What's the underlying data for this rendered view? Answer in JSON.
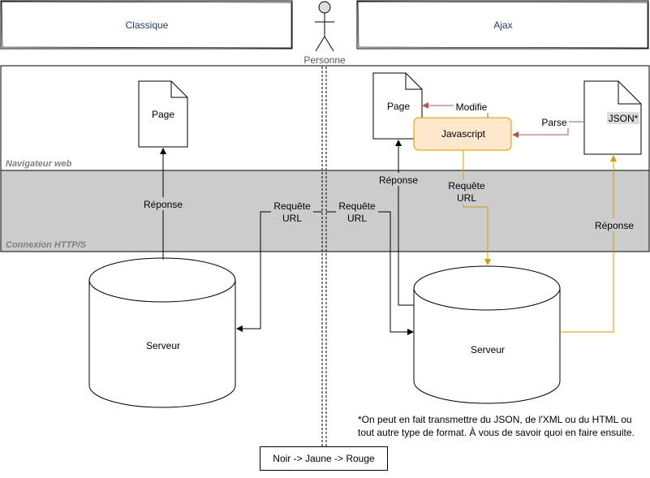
{
  "headers": {
    "classique": "Classique",
    "ajax": "Ajax"
  },
  "actor": {
    "label": "Personne"
  },
  "zones": {
    "browser": "Navigateur web",
    "http": "Connexion HTTP/S"
  },
  "classic": {
    "page": "Page",
    "response": "Réponse",
    "request": [
      "Requête",
      "URL"
    ],
    "server": "Serveur"
  },
  "ajax": {
    "page": "Page",
    "modify": "Modifie",
    "javascript": "Javascript",
    "parse": "Parse",
    "json": "JSON*",
    "response_left": "Réponse",
    "request_js": [
      "Requête",
      "URL"
    ],
    "request_page": [
      "Requête",
      "URL"
    ],
    "response_right": "Réponse",
    "server": "Serveur"
  },
  "note": "*On peut en fait transmettre du JSON, de l'XML ou du HTML ou tout autre type de format. À vous de savoir quoi en faire ensuite.",
  "legend": "Noir -> Jaune -> Rouge",
  "colors": {
    "black": "#000000",
    "yellow": "#d79b00",
    "red": "#b85450",
    "band": "#cccccc",
    "js_fill": "#ffe6cc"
  }
}
